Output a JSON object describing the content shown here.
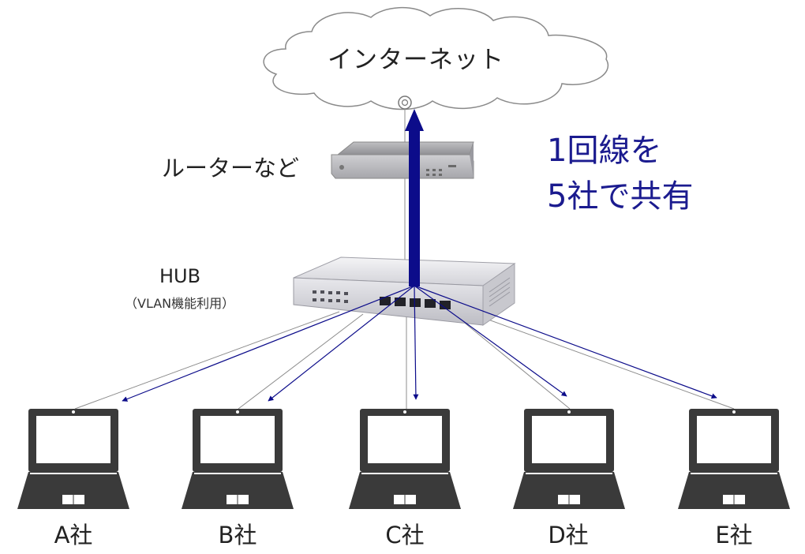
{
  "internet": {
    "label": "インターネット"
  },
  "router": {
    "label": "ルーターなど"
  },
  "hub": {
    "label": "HUB",
    "sublabel": "（VLAN機能利用）"
  },
  "share_note": {
    "line1": "1回線を",
    "line2": "5社で共有"
  },
  "clients": [
    {
      "label": "A社"
    },
    {
      "label": "B社"
    },
    {
      "label": "C社"
    },
    {
      "label": "D社"
    },
    {
      "label": "E社"
    }
  ],
  "colors": {
    "arrow": "#0c0c8a",
    "note_text": "#1b1b8f",
    "laptop": "#3a3a3a",
    "cable": "#8c8c8c"
  }
}
